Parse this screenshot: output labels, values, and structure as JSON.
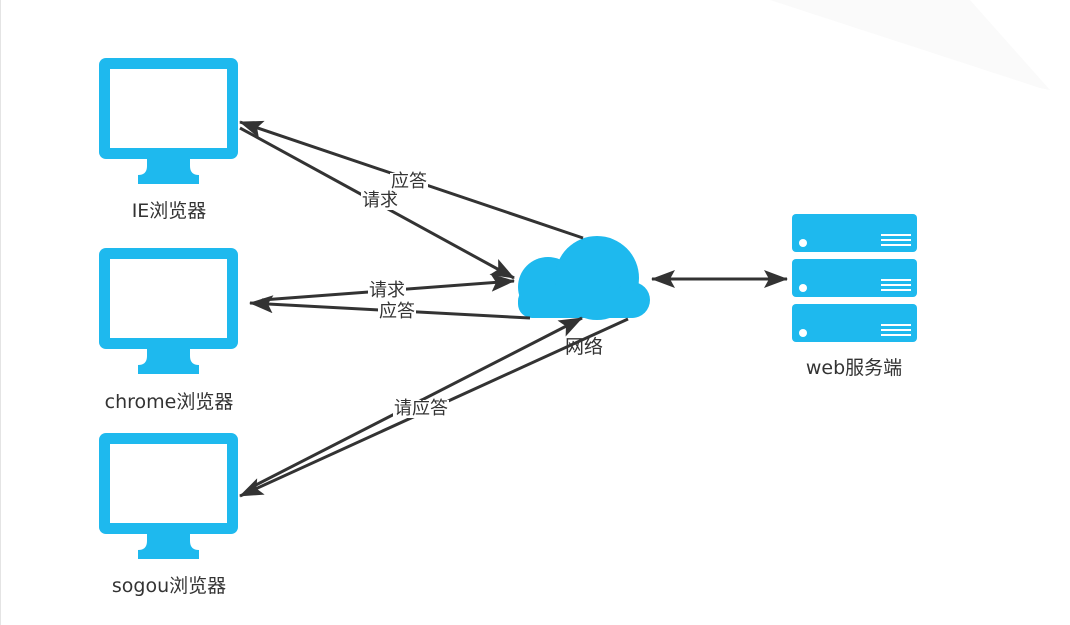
{
  "diagram": {
    "type": "network-architecture",
    "accent_color": "#1EB9EE",
    "edge_color": "#333333",
    "nodes": [
      {
        "id": "ie",
        "label": "IE浏览器",
        "icon": "monitor-icon"
      },
      {
        "id": "chrome",
        "label": "chrome浏览器",
        "icon": "monitor-icon"
      },
      {
        "id": "sogou",
        "label": "sogou浏览器",
        "icon": "monitor-icon"
      },
      {
        "id": "network",
        "label": "网络",
        "icon": "cloud-icon"
      },
      {
        "id": "server",
        "label": "web服务端",
        "icon": "server-stack-icon"
      }
    ],
    "edges": [
      {
        "from": "ie",
        "to": "network",
        "label": "请求"
      },
      {
        "from": "network",
        "to": "ie",
        "label": "应答"
      },
      {
        "from": "chrome",
        "to": "network",
        "label": "请求"
      },
      {
        "from": "network",
        "to": "chrome",
        "label": "应答"
      },
      {
        "from": "sogou",
        "to": "network",
        "label": "请应答"
      },
      {
        "from": "network",
        "to": "sogou",
        "label": ""
      },
      {
        "from": "network",
        "to": "server",
        "label": "",
        "bidirectional": true
      }
    ]
  }
}
